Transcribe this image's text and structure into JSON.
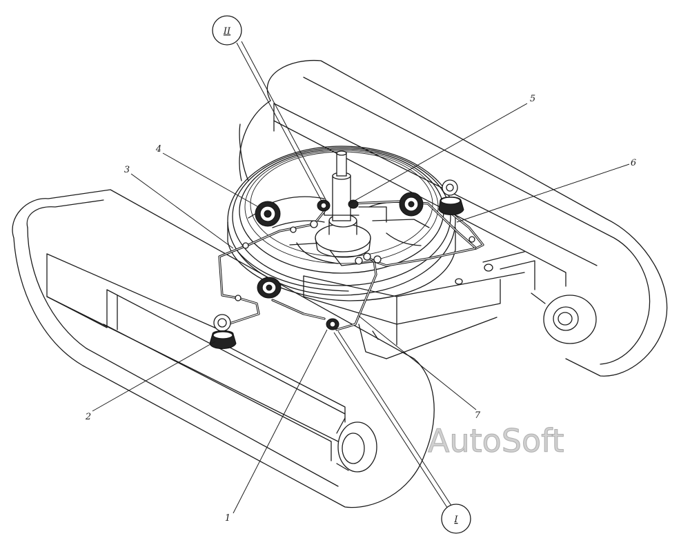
{
  "callouts": {
    "c1": "1",
    "c2": "2",
    "c3": "3",
    "c4": "4",
    "c5": "5",
    "c6": "6",
    "c7": "7",
    "detailI": "I",
    "detailII": "II"
  },
  "watermark": "AutoSoft"
}
